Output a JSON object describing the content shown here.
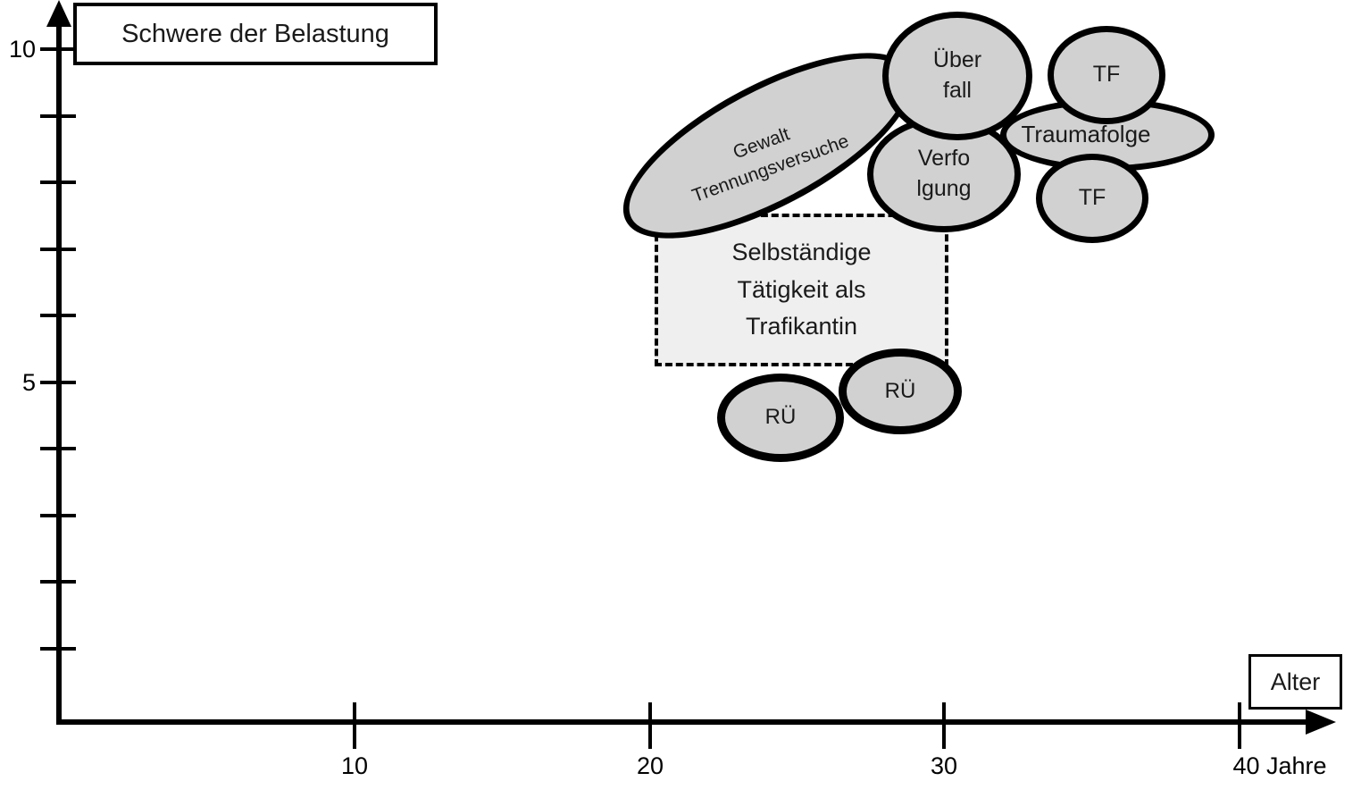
{
  "figure": {
    "type": "conceptual-bubble-diagram",
    "y_axis": {
      "title": "Schwere der Belastung",
      "tick_labels": [
        "10",
        "5"
      ],
      "total_ticks": 10,
      "range": [
        0,
        10
      ]
    },
    "x_axis": {
      "title": "Alter",
      "tick_labels": [
        "10",
        "20",
        "30",
        "40 Jahre"
      ],
      "range_jahre": [
        0,
        40
      ]
    },
    "shapes": {
      "gewalt": {
        "kind": "rotated-ellipse",
        "lines": [
          "Gewalt",
          "Trennungsversuche"
        ],
        "approx_age_range": [
          19,
          29
        ],
        "approx_severity_range": [
          7.2,
          10
        ]
      },
      "ueberfall": {
        "kind": "ellipse",
        "lines": [
          "Über",
          "fall"
        ],
        "approx_age": 30.5,
        "approx_severity": 9.6
      },
      "verfolgung": {
        "kind": "ellipse",
        "lines": [
          "Verfo",
          "lgung"
        ],
        "approx_age": 30,
        "approx_severity": 8.1
      },
      "traumafolge": {
        "kind": "ellipse",
        "label": "Traumafolge",
        "approx_age": 35.5,
        "approx_severity": 8.7
      },
      "tf_top": {
        "kind": "ellipse",
        "label": "TF",
        "approx_age": 35.5,
        "approx_severity": 9.6
      },
      "tf_bottom": {
        "kind": "ellipse",
        "label": "TF",
        "approx_age": 35,
        "approx_severity": 7.8
      },
      "rue_left": {
        "kind": "ellipse",
        "label": "RÜ",
        "approx_age": 24.5,
        "approx_severity": 4.5
      },
      "rue_right": {
        "kind": "ellipse",
        "label": "RÜ",
        "approx_age": 28.5,
        "approx_severity": 4.9
      },
      "trafik_box": {
        "kind": "dashed-rect",
        "lines": [
          "Selbständige",
          "Tätigkeit als",
          "Trafikantin"
        ],
        "approx_age_range": [
          20,
          30
        ],
        "approx_severity_range": [
          5.3,
          7.5
        ]
      }
    },
    "colors": {
      "background": "#ffffff",
      "shape_fill": "#d1d1d1",
      "rect_fill": "#efefef",
      "stroke": "#000000",
      "text": "#1a1a1a"
    }
  }
}
